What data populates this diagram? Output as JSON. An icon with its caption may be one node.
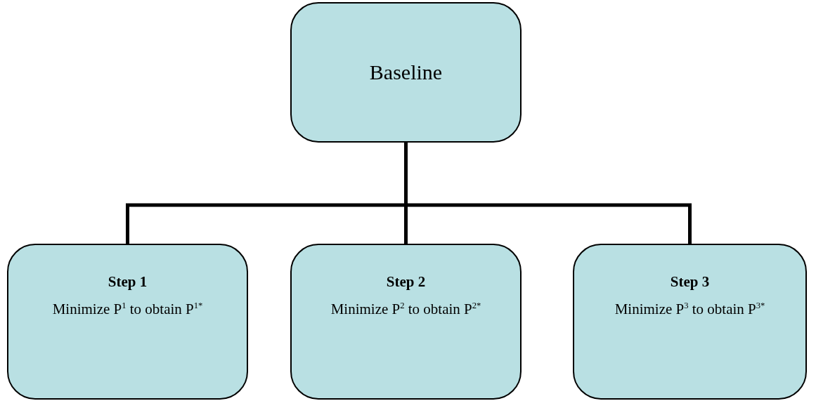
{
  "diagram": {
    "nodes": [
      {
        "text": [
          "Baseline"
        ]
      },
      {
        "text": [
          "Step 1",
          "Minimize P$^{1}$ to obtain P$^{1*}$"
        ]
      },
      {
        "text": [
          "Step 2",
          "Minimize P$^{2}$ to obtain P$^{2*}$"
        ]
      },
      {
        "text": [
          "Step 3",
          "Minimize P$^{3}$ to obtain P$^{3*}$"
        ]
      }
    ],
    "edges": [
      {
        "from": 0,
        "to": 1,
        "arrow": "none"
      },
      {
        "from": 0,
        "to": 2,
        "arrow": "none"
      },
      {
        "from": 0,
        "to": 3,
        "arrow": "none"
      }
    ]
  }
}
